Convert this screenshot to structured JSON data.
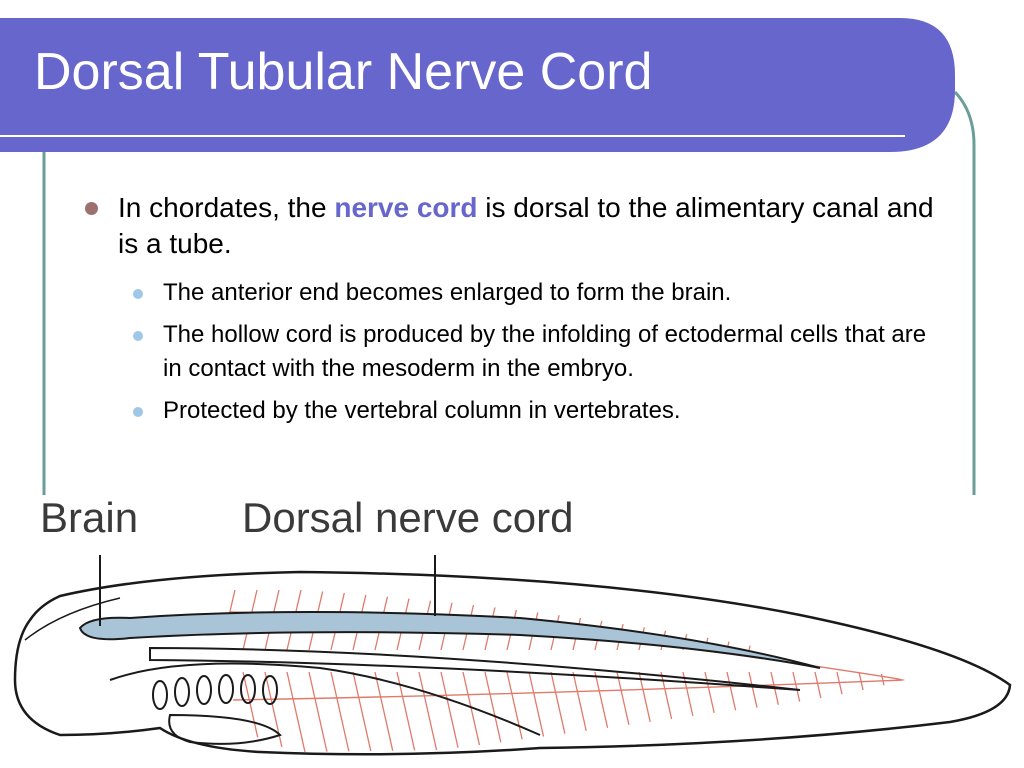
{
  "slide": {
    "title": "Dorsal Tubular Nerve Cord",
    "bullets": {
      "main": {
        "before": "In chordates, the ",
        "highlight": "nerve cord",
        "after": " is dorsal to the alimentary canal and is a tube."
      },
      "sub": [
        "The anterior end becomes enlarged to form the brain.",
        "The hollow cord is produced by the infolding of ectodermal cells that are in contact with the mesoderm in the embryo.",
        "Protected by the vertebral column in vertebrates."
      ]
    }
  },
  "diagram": {
    "labels": {
      "brain": "Brain",
      "nerve_cord": "Dorsal nerve cord"
    }
  },
  "colors": {
    "title_bar": "#6666cc",
    "frame_line": "#6a9e9a",
    "accent_text": "#6666cc",
    "main_bullet": "#9e6f6f",
    "sub_bullet": "#9fc7e8",
    "nerve_cord_fill": "#a9c4d6",
    "muscle_lines": "#e07a6a"
  }
}
